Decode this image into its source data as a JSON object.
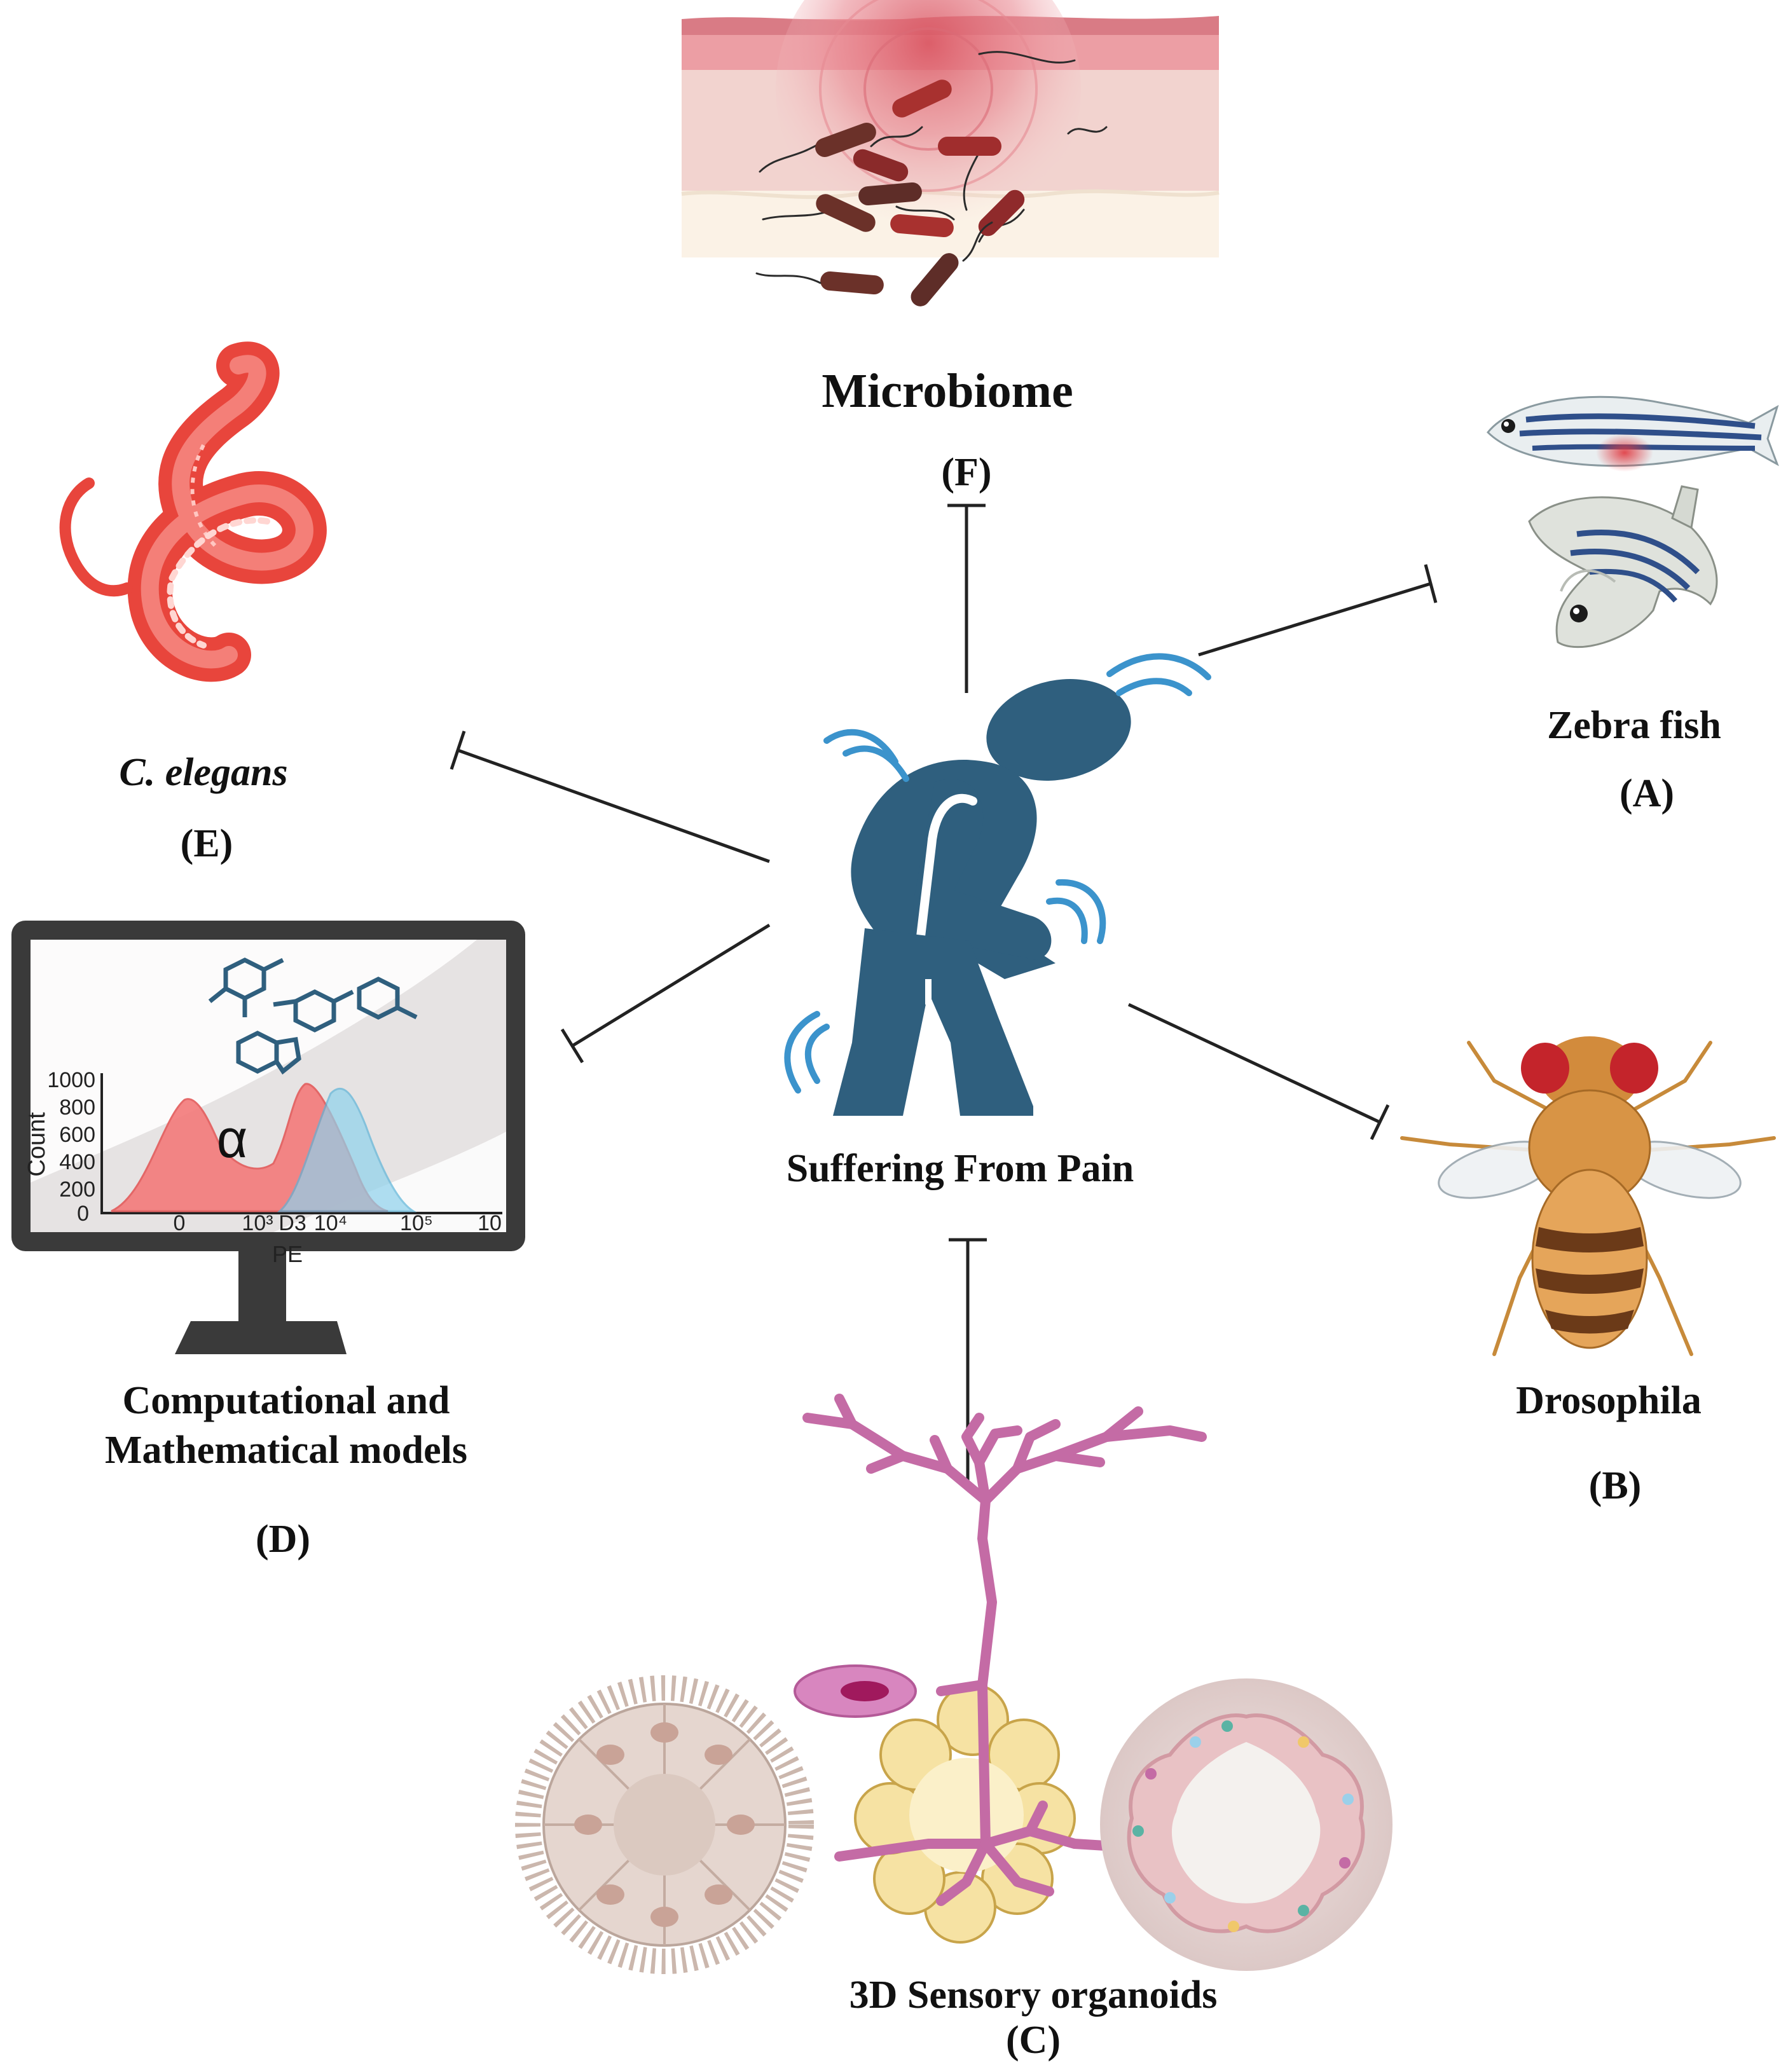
{
  "center": {
    "label": "Suffering From Pain"
  },
  "models": [
    {
      "id": "A",
      "name": "Zebra fish",
      "letter": "(A)"
    },
    {
      "id": "B",
      "name": "Drosophila",
      "letter": "(B)"
    },
    {
      "id": "C",
      "name": "3D Sensory organoids",
      "letter": "(C)"
    },
    {
      "id": "D",
      "name_line1": "Computational and",
      "name_line2": "Mathematical models",
      "letter": "(D)"
    },
    {
      "id": "E",
      "name": "C. elegans",
      "letter": "(E)"
    },
    {
      "id": "F",
      "name": "Microbiome",
      "letter": "(F)"
    }
  ],
  "monitor_plot": {
    "alpha_symbol": "α",
    "ylabel": "Count",
    "xlabel": "PE",
    "y_ticks": [
      "1000",
      "800",
      "600",
      "400",
      "200",
      "0"
    ],
    "x_ticks": [
      "0",
      "10³",
      "10⁴",
      "10⁵",
      "10"
    ],
    "overlap_text": "D3"
  },
  "colors": {
    "person": "#2f5f7e",
    "pain_waves": "#3b93cc",
    "inhibitor_lines": "#222222",
    "worm": "#e8453c",
    "neuron": "#c46ba5",
    "plot_red": "#f47a7a",
    "plot_blue": "#8fd2ec"
  }
}
